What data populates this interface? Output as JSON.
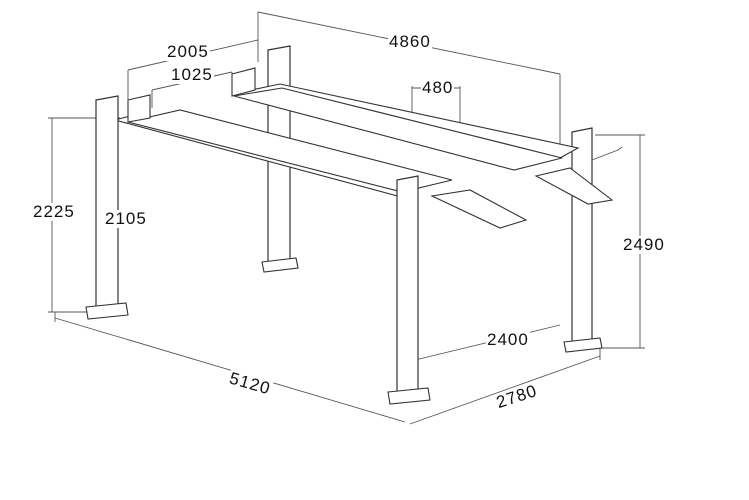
{
  "dimensions": {
    "overall_length": "4860",
    "width_outer": "2005",
    "runway_width": "1025",
    "runway_gap": "480",
    "post_height_front": "2225",
    "lift_height": "2105",
    "post_height_rear": "2490",
    "inner_width": "2400",
    "base_length": "5120",
    "base_width": "2780"
  }
}
